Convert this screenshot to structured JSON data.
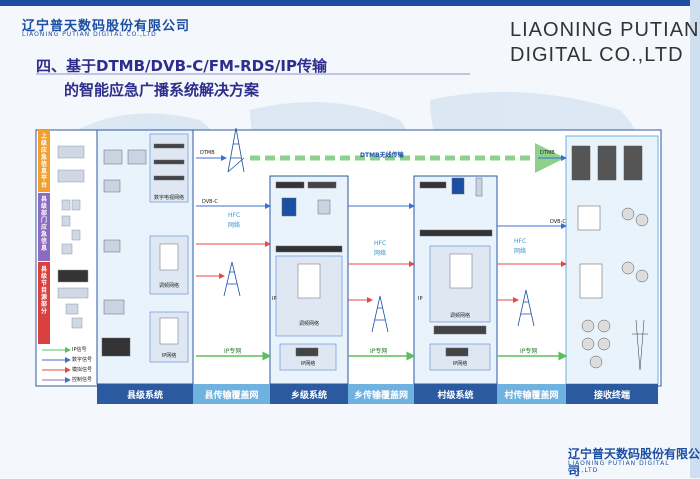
{
  "header": {
    "logo_cn": "辽宁普天数码股份有限公司",
    "logo_en": "LIAONING PUTIAN DIGITAL CO.,LTD",
    "brand_line1": "LIAONING PUTIAN",
    "brand_line2": "DIGITAL CO.,LTD",
    "title_line1": "四、基于DTMB/DVB-C/FM-RDS/IP传输",
    "title_line2": "的智能应急广播系统解决方案"
  },
  "left_labels": [
    "上级应急信息平台",
    "县级部门应急信息",
    "县级节目源部分"
  ],
  "legend": [
    "IP信号",
    "数字信号",
    "模拟信号",
    "控制信号"
  ],
  "links": {
    "dtmb": "DTMB无线传输",
    "dtmb_small": "DTMB",
    "dvbc": "DVB-C",
    "ip_net": "IP专网",
    "hfc": "HFC",
    "hfc_sub": "网络",
    "ip": "IP"
  },
  "box_labels": {
    "county_mux": "数字电视网络",
    "county_adapter": "调频网络",
    "county_ip": "IP网络",
    "town_adapter": "调频网络",
    "village_adapter": "调频网络",
    "town_ip": "IP网络",
    "village_ip": "IP网络"
  },
  "bottom_sections": [
    "县级系统",
    "县传输覆盖网",
    "乡级系统",
    "乡传输覆盖网",
    "村级系统",
    "村传输覆盖网",
    "接收终端"
  ],
  "footer": {
    "cn": "辽宁普天数码股份有限公司",
    "en": "LIAONING PUTIAN DIGITAL CO.,LTD"
  },
  "colors": {
    "brand_blue": "#1b4fa3",
    "title_purple": "#2e2d8e",
    "dark_section": "#2c5aa0",
    "light_section": "#6fb2e0",
    "arrow_green": "#5cbf5c",
    "label_orange": "#f0a030",
    "label_purple": "#8b6bbf",
    "label_red": "#d94040"
  }
}
